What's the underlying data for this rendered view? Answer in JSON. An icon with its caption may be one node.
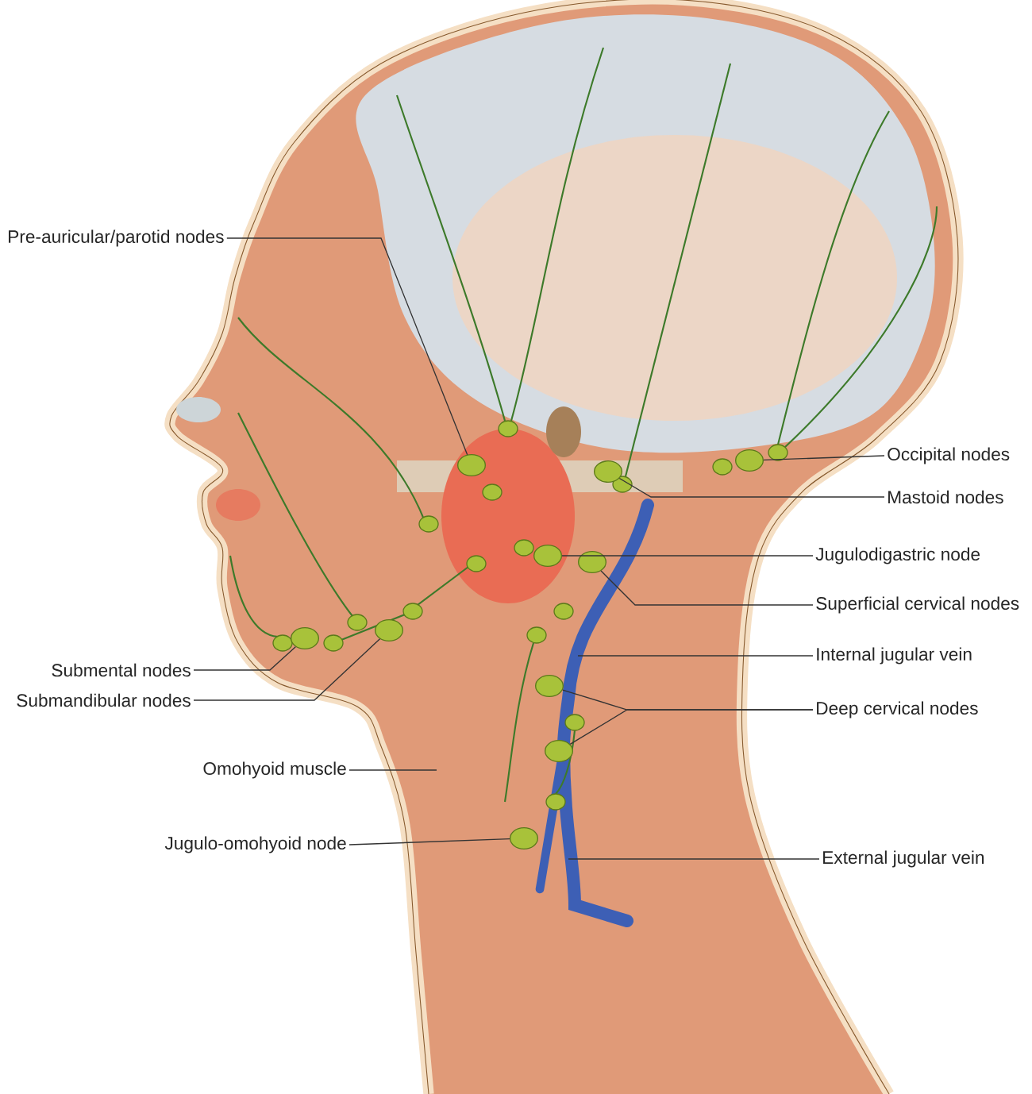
{
  "diagram": {
    "nodes": [
      {
        "text": [
          "Pre-auricular/parotid nodes"
        ]
      },
      {
        "text": [
          "Occipital nodes"
        ]
      },
      {
        "text": [
          "Mastoid nodes"
        ]
      },
      {
        "text": [
          "Jugulodigastric node"
        ]
      },
      {
        "text": [
          "Superficial cervical nodes"
        ]
      },
      {
        "text": [
          "Internal jugular vein"
        ]
      },
      {
        "text": [
          "Submental nodes"
        ]
      },
      {
        "text": [
          "Submandibular nodes"
        ]
      },
      {
        "text": [
          "Deep cervical nodes"
        ]
      },
      {
        "text": [
          "Omohyoid muscle"
        ]
      },
      {
        "text": [
          "Jugulo-omohyoid node"
        ]
      },
      {
        "text": [
          "External jugular vein"
        ]
      },
      {
        "text": [],
        "shape": "circle"
      },
      {
        "text": [],
        "shape": "circle"
      },
      {
        "text": [],
        "shape": "circle"
      },
      {
        "text": [],
        "shape": "circle"
      },
      {
        "text": [],
        "shape": "circle"
      },
      {
        "text": [],
        "shape": "circle"
      },
      {
        "text": [],
        "shape": "circle"
      },
      {
        "text": [],
        "shape": "circle"
      },
      {
        "text": [],
        "shape": "circle"
      },
      {
        "text": [],
        "shape": "circle"
      }
    ],
    "edges": [
      {
        "from": 0,
        "to": 12,
        "arrow": "none"
      },
      {
        "from": 1,
        "to": 13,
        "arrow": "none"
      },
      {
        "from": 2,
        "to": 14,
        "arrow": "none"
      },
      {
        "from": 3,
        "to": 15,
        "arrow": "none"
      },
      {
        "from": 4,
        "to": 16,
        "arrow": "none"
      },
      {
        "from": 5,
        "to": null,
        "arrow": "none"
      },
      {
        "from": 6,
        "to": 17,
        "arrow": "none"
      },
      {
        "from": 7,
        "to": 18,
        "arrow": "none"
      },
      {
        "from": 8,
        "to": 19,
        "arrow": "none"
      },
      {
        "from": 8,
        "to": 20,
        "arrow": "none"
      },
      {
        "from": 9,
        "to": null,
        "arrow": "none"
      },
      {
        "from": 10,
        "to": 21,
        "arrow": "none"
      },
      {
        "from": 11,
        "to": null,
        "arrow": "none"
      }
    ]
  }
}
